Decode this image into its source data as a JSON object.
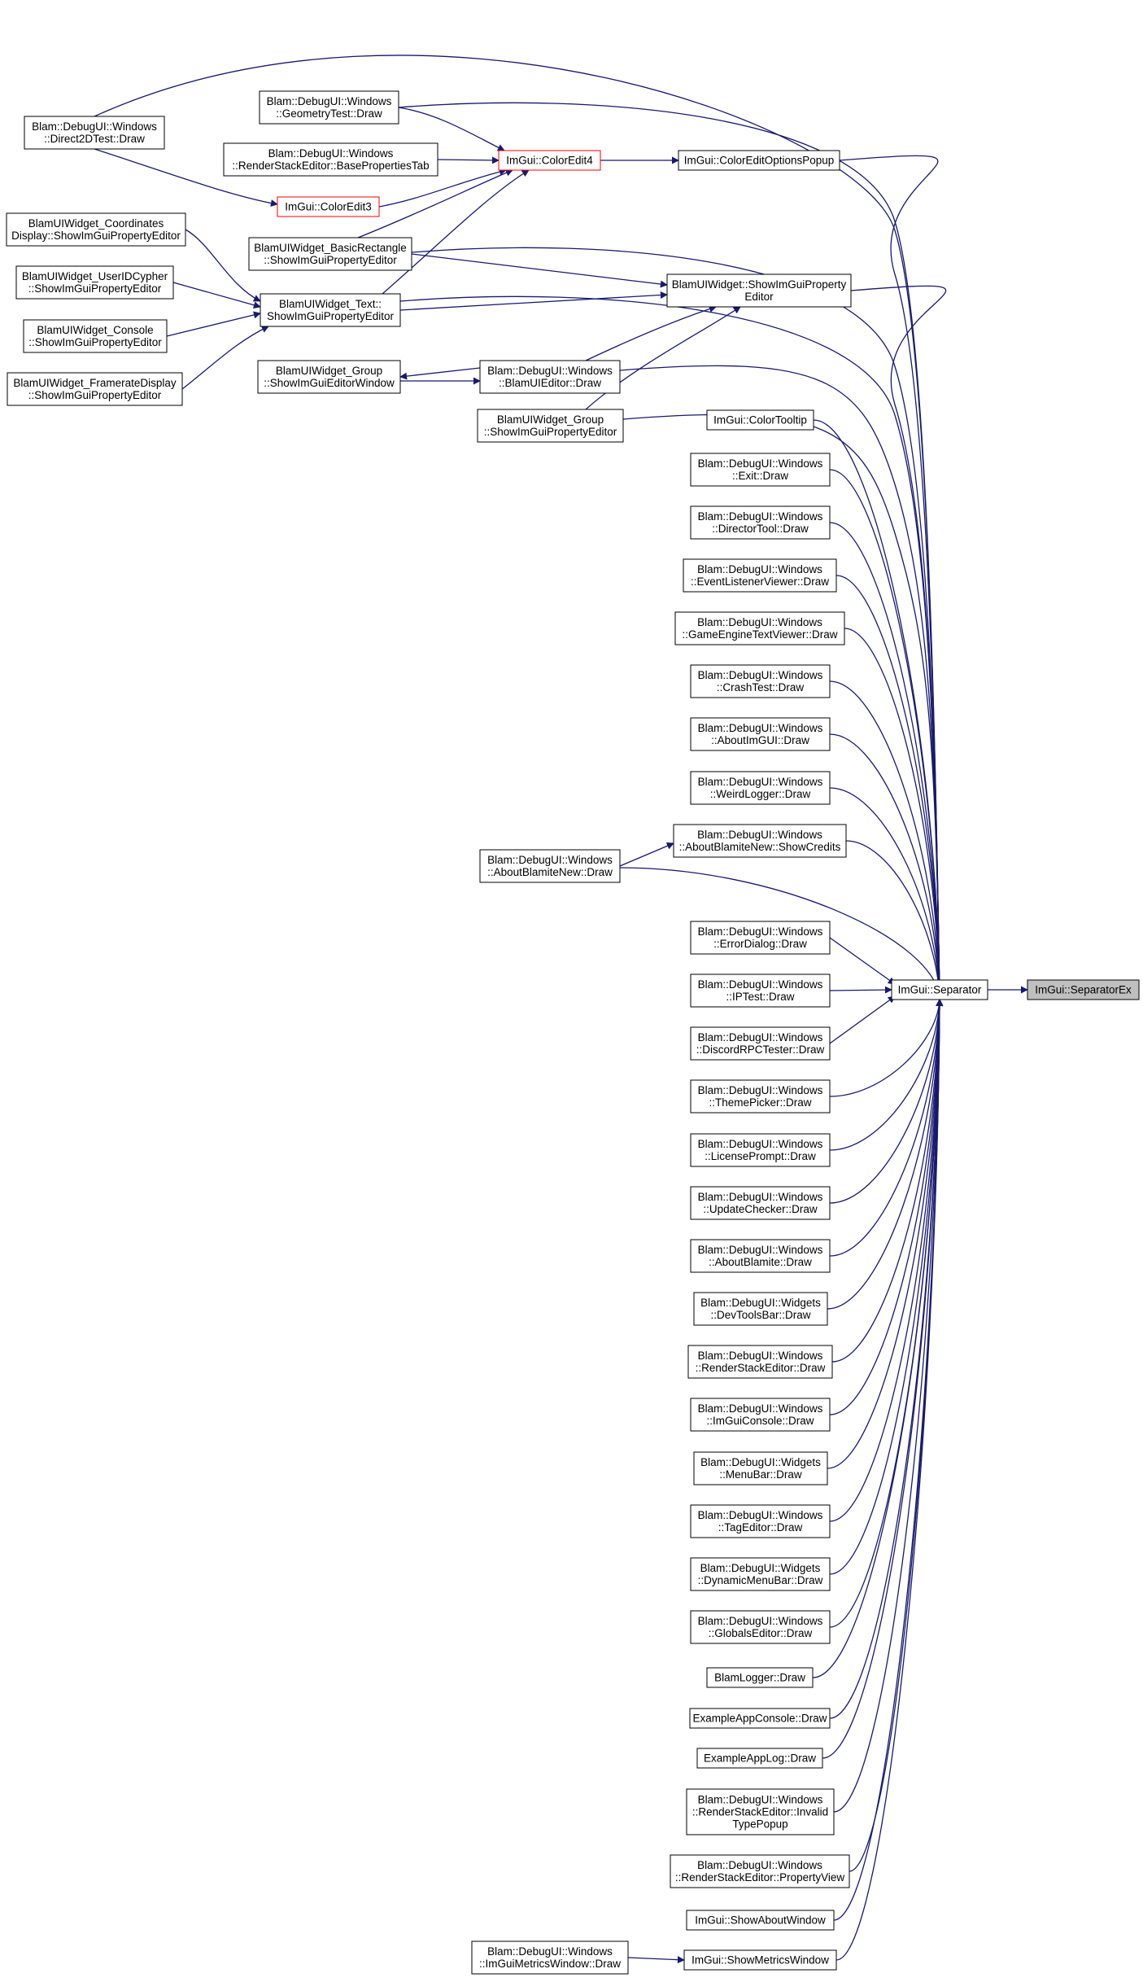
{
  "colors": {
    "edge": "#191970",
    "node_border": "#000000",
    "node_border_highlight": "#ff0000",
    "node_fill": "#ffffff",
    "node_fill_target": "#bfbfbf"
  },
  "diagram": {
    "nodes": [
      {
        "id": "direct2d",
        "lines": [
          "Blam::DebugUI::Windows",
          "::Direct2DTest::Draw"
        ]
      },
      {
        "id": "geometry",
        "lines": [
          "Blam::DebugUI::Windows",
          "::GeometryTest::Draw"
        ]
      },
      {
        "id": "baseprops",
        "lines": [
          "Blam::DebugUI::Windows",
          "::RenderStackEditor::BasePropertiesTab"
        ]
      },
      {
        "id": "coloredit4",
        "lines": [
          "ImGui::ColorEdit4"
        ],
        "style": "highlight"
      },
      {
        "id": "coloreditopts",
        "lines": [
          "ImGui::ColorEditOptionsPopup"
        ]
      },
      {
        "id": "coloredit3",
        "lines": [
          "ImGui::ColorEdit3"
        ],
        "style": "highlight"
      },
      {
        "id": "coords",
        "lines": [
          "BlamUIWidget_Coordinates",
          "Display::ShowImGuiPropertyEditor"
        ]
      },
      {
        "id": "basicrect",
        "lines": [
          "BlamUIWidget_BasicRectangle",
          "::ShowImGuiPropertyEditor"
        ]
      },
      {
        "id": "useridcypher",
        "lines": [
          "BlamUIWidget_UserIDCypher",
          "::ShowImGuiPropertyEditor"
        ]
      },
      {
        "id": "text",
        "lines": [
          "BlamUIWidget_Text::",
          "ShowImGuiPropertyEditor"
        ]
      },
      {
        "id": "showprop",
        "lines": [
          "BlamUIWidget::ShowImGuiProperty",
          "Editor"
        ]
      },
      {
        "id": "console",
        "lines": [
          "BlamUIWidget_Console",
          "::ShowImGuiPropertyEditor"
        ]
      },
      {
        "id": "groupwin",
        "lines": [
          "BlamUIWidget_Group",
          "::ShowImGuiEditorWindow"
        ]
      },
      {
        "id": "uieditor",
        "lines": [
          "Blam::DebugUI::Windows",
          "::BlamUIEditor::Draw"
        ]
      },
      {
        "id": "framerate",
        "lines": [
          "BlamUIWidget_FramerateDisplay",
          "::ShowImGuiPropertyEditor"
        ]
      },
      {
        "id": "groupprop",
        "lines": [
          "BlamUIWidget_Group",
          "::ShowImGuiPropertyEditor"
        ]
      },
      {
        "id": "colortooltip",
        "lines": [
          "ImGui::ColorTooltip"
        ]
      },
      {
        "id": "exit",
        "lines": [
          "Blam::DebugUI::Windows",
          "::Exit::Draw"
        ]
      },
      {
        "id": "director",
        "lines": [
          "Blam::DebugUI::Windows",
          "::DirectorTool::Draw"
        ]
      },
      {
        "id": "eventlistener",
        "lines": [
          "Blam::DebugUI::Windows",
          "::EventListenerViewer::Draw"
        ]
      },
      {
        "id": "gameengine",
        "lines": [
          "Blam::DebugUI::Windows",
          "::GameEngineTextViewer::Draw"
        ]
      },
      {
        "id": "crashtest",
        "lines": [
          "Blam::DebugUI::Windows",
          "::CrashTest::Draw"
        ]
      },
      {
        "id": "aboutimgui",
        "lines": [
          "Blam::DebugUI::Windows",
          "::AboutImGUI::Draw"
        ]
      },
      {
        "id": "weirdlogger",
        "lines": [
          "Blam::DebugUI::Windows",
          "::WeirdLogger::Draw"
        ]
      },
      {
        "id": "showcredits",
        "lines": [
          "Blam::DebugUI::Windows",
          "::AboutBlamiteNew::ShowCredits"
        ]
      },
      {
        "id": "aboutnew",
        "lines": [
          "Blam::DebugUI::Windows",
          "::AboutBlamiteNew::Draw"
        ]
      },
      {
        "id": "errordialog",
        "lines": [
          "Blam::DebugUI::Windows",
          "::ErrorDialog::Draw"
        ]
      },
      {
        "id": "separator",
        "lines": [
          "ImGui::Separator"
        ]
      },
      {
        "id": "separatorex",
        "lines": [
          "ImGui::SeparatorEx"
        ],
        "style": "target"
      },
      {
        "id": "iptest",
        "lines": [
          "Blam::DebugUI::Windows",
          "::IPTest::Draw"
        ]
      },
      {
        "id": "discord",
        "lines": [
          "Blam::DebugUI::Windows",
          "::DiscordRPCTester::Draw"
        ]
      },
      {
        "id": "themepicker",
        "lines": [
          "Blam::DebugUI::Windows",
          "::ThemePicker::Draw"
        ]
      },
      {
        "id": "license",
        "lines": [
          "Blam::DebugUI::Windows",
          "::LicensePrompt::Draw"
        ]
      },
      {
        "id": "updatechecker",
        "lines": [
          "Blam::DebugUI::Windows",
          "::UpdateChecker::Draw"
        ]
      },
      {
        "id": "aboutblamite",
        "lines": [
          "Blam::DebugUI::Windows",
          "::AboutBlamite::Draw"
        ]
      },
      {
        "id": "devtools",
        "lines": [
          "Blam::DebugUI::Widgets",
          "::DevToolsBar::Draw"
        ]
      },
      {
        "id": "rsedraw",
        "lines": [
          "Blam::DebugUI::Windows",
          "::RenderStackEditor::Draw"
        ]
      },
      {
        "id": "imguiconsole",
        "lines": [
          "Blam::DebugUI::Windows",
          "::ImGuiConsole::Draw"
        ]
      },
      {
        "id": "menubar",
        "lines": [
          "Blam::DebugUI::Widgets",
          "::MenuBar::Draw"
        ]
      },
      {
        "id": "tageditor",
        "lines": [
          "Blam::DebugUI::Windows",
          "::TagEditor::Draw"
        ]
      },
      {
        "id": "dynmenubar",
        "lines": [
          "Blam::DebugUI::Widgets",
          "::DynamicMenuBar::Draw"
        ]
      },
      {
        "id": "globals",
        "lines": [
          "Blam::DebugUI::Windows",
          "::GlobalsEditor::Draw"
        ]
      },
      {
        "id": "blamlogger",
        "lines": [
          "BlamLogger::Draw"
        ]
      },
      {
        "id": "exconsole",
        "lines": [
          "ExampleAppConsole::Draw"
        ]
      },
      {
        "id": "exlog",
        "lines": [
          "ExampleAppLog::Draw"
        ]
      },
      {
        "id": "invalidtype",
        "lines": [
          "Blam::DebugUI::Windows",
          "::RenderStackEditor::Invalid",
          "TypePopup"
        ]
      },
      {
        "id": "propertyview",
        "lines": [
          "Blam::DebugUI::Windows",
          "::RenderStackEditor::PropertyView"
        ]
      },
      {
        "id": "aboutwindow",
        "lines": [
          "ImGui::ShowAboutWindow"
        ]
      },
      {
        "id": "metricswindow",
        "lines": [
          "ImGui::ShowMetricsWindow"
        ]
      },
      {
        "id": "metricsdraw",
        "lines": [
          "Blam::DebugUI::Windows",
          "::ImGuiMetricsWindow::Draw"
        ]
      }
    ]
  }
}
